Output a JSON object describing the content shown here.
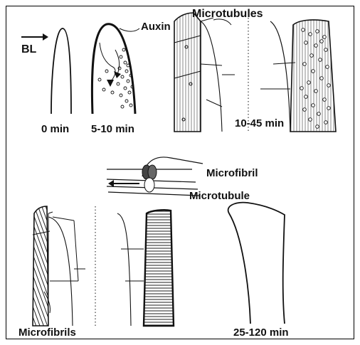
{
  "labels": {
    "bl": "BL",
    "auxin": "Auxin",
    "microtubules": "Microtubules",
    "t0": "0 min",
    "t1": "5-10 min",
    "t2": "10-45 min",
    "microfibril": "Microfibril",
    "microtubule": "Microtubule",
    "microfibrils": "Microfibrils",
    "t3": "25-120 min"
  },
  "colors": {
    "ink": "#111111",
    "paper": "#ffffff"
  },
  "icons": [
    "arrow-right-icon",
    "arrow-left-icon"
  ]
}
